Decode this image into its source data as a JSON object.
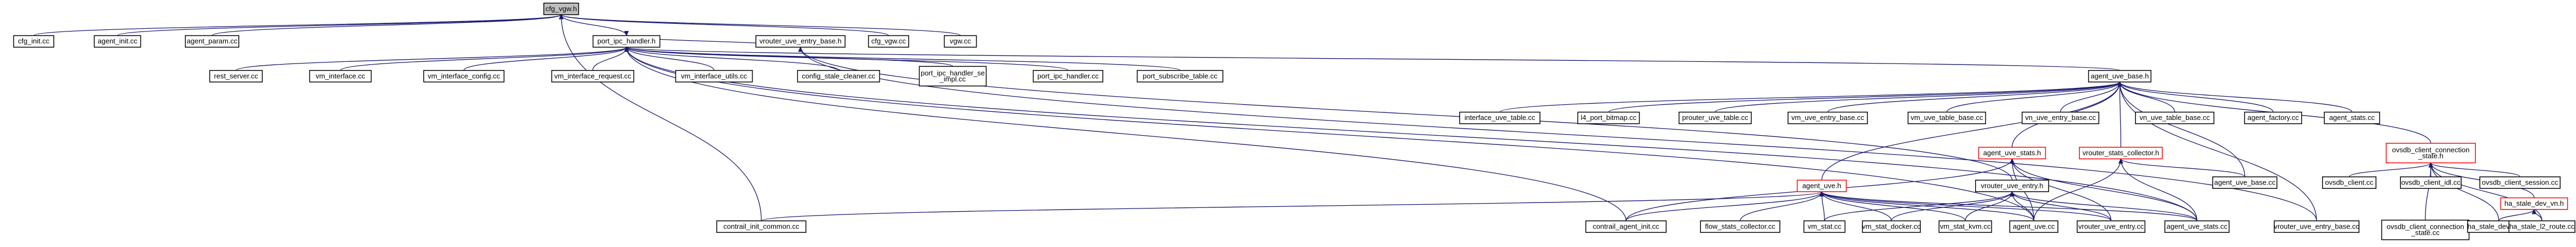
{
  "graph": {
    "colors": {
      "edge": "#191970",
      "root_fill": "#bfbfbf",
      "warn": "#ff0000"
    },
    "nodes": [
      {
        "id": "cfg_vgw_h",
        "lines": [
          "cfg_vgw.h"
        ],
        "style": "root"
      },
      {
        "id": "cfg_init_cc",
        "lines": [
          "cfg_init.cc"
        ]
      },
      {
        "id": "agent_init_cc",
        "lines": [
          "agent_init.cc"
        ]
      },
      {
        "id": "agent_param_cc",
        "lines": [
          "agent_param.cc"
        ]
      },
      {
        "id": "port_ipc_handler_h",
        "lines": [
          "port_ipc_handler.h"
        ]
      },
      {
        "id": "vrouter_uve_entry_base_h",
        "lines": [
          "vrouter_uve_entry_base.h"
        ]
      },
      {
        "id": "cfg_vgw_cc",
        "lines": [
          "cfg_vgw.cc"
        ]
      },
      {
        "id": "vgw_cc",
        "lines": [
          "vgw.cc"
        ]
      },
      {
        "id": "rest_server_cc",
        "lines": [
          "rest_server.cc"
        ]
      },
      {
        "id": "vm_interface_cc",
        "lines": [
          "vm_interface.cc"
        ]
      },
      {
        "id": "vm_interface_config_cc",
        "lines": [
          "vm_interface_config.cc"
        ]
      },
      {
        "id": "vm_interface_request_cc",
        "lines": [
          "vm_interface_request.cc"
        ]
      },
      {
        "id": "vm_interface_utils_cc",
        "lines": [
          "vm_interface_utils.cc"
        ]
      },
      {
        "id": "config_stale_cleaner_cc",
        "lines": [
          "config_stale_cleaner.cc"
        ]
      },
      {
        "id": "port_ipc_handler_se_impl_cc",
        "lines": [
          "port_ipc_handler_se",
          "_impl.cc"
        ]
      },
      {
        "id": "port_ipc_handler_cc",
        "lines": [
          "port_ipc_handler.cc"
        ]
      },
      {
        "id": "port_subscribe_table_cc",
        "lines": [
          "port_subscribe_table.cc"
        ]
      },
      {
        "id": "agent_uve_base_h",
        "lines": [
          "agent_uve_base.h"
        ]
      },
      {
        "id": "interface_uve_table_cc",
        "lines": [
          "interface_uve_table.cc"
        ]
      },
      {
        "id": "l4_port_bitmap_cc",
        "lines": [
          "l4_port_bitmap.cc"
        ]
      },
      {
        "id": "prouter_uve_table_cc",
        "lines": [
          "prouter_uve_table.cc"
        ]
      },
      {
        "id": "vm_uve_entry_base_cc",
        "lines": [
          "vm_uve_entry_base.cc"
        ]
      },
      {
        "id": "vm_uve_table_base_cc",
        "lines": [
          "vm_uve_table_base.cc"
        ]
      },
      {
        "id": "vn_uve_entry_base_cc",
        "lines": [
          "vn_uve_entry_base.cc"
        ]
      },
      {
        "id": "vn_uve_table_base_cc",
        "lines": [
          "vn_uve_table_base.cc"
        ]
      },
      {
        "id": "agent_factory_cc",
        "lines": [
          "agent_factory.cc"
        ]
      },
      {
        "id": "agent_stats_cc",
        "lines": [
          "agent_stats.cc"
        ]
      },
      {
        "id": "agent_uve_stats_h",
        "lines": [
          "agent_uve_stats.h"
        ],
        "style": "red"
      },
      {
        "id": "vrouter_stats_collector_h",
        "lines": [
          "vrouter_stats_collector.h"
        ],
        "style": "red"
      },
      {
        "id": "ovsdb_client_connection_state_h",
        "lines": [
          "ovsdb_client_connection",
          "_state.h"
        ],
        "style": "red"
      },
      {
        "id": "agent_uve_base_cc",
        "lines": [
          "agent_uve_base.cc"
        ]
      },
      {
        "id": "ovsdb_client_cc",
        "lines": [
          "ovsdb_client.cc"
        ]
      },
      {
        "id": "ovsdb_client_idl_cc",
        "lines": [
          "ovsdb_client_idl.cc"
        ]
      },
      {
        "id": "ovsdb_client_session_cc",
        "lines": [
          "ovsdb_client_session.cc"
        ]
      },
      {
        "id": "ha_stale_dev_vn_h",
        "lines": [
          "ha_stale_dev_vn.h"
        ],
        "style": "red"
      },
      {
        "id": "agent_uve_h",
        "lines": [
          "agent_uve.h"
        ],
        "style": "red"
      },
      {
        "id": "vrouter_uve_entry_h",
        "lines": [
          "vrouter_uve_entry.h"
        ]
      },
      {
        "id": "contrail_init_common_cc",
        "lines": [
          "contrail_init_common.cc"
        ]
      },
      {
        "id": "contrail_agent_init_cc",
        "lines": [
          "contrail_agent_init.cc"
        ]
      },
      {
        "id": "flow_stats_collector_cc",
        "lines": [
          "flow_stats_collector.cc"
        ]
      },
      {
        "id": "vm_stat_cc",
        "lines": [
          "vm_stat.cc"
        ]
      },
      {
        "id": "vm_stat_docker_cc",
        "lines": [
          "vm_stat_docker.cc"
        ]
      },
      {
        "id": "vm_stat_kvm_cc",
        "lines": [
          "vm_stat_kvm.cc"
        ]
      },
      {
        "id": "agent_uve_cc",
        "lines": [
          "agent_uve.cc"
        ]
      },
      {
        "id": "vrouter_uve_entry_cc",
        "lines": [
          "vrouter_uve_entry.cc"
        ]
      },
      {
        "id": "agent_uve_stats_cc",
        "lines": [
          "agent_uve_stats.cc"
        ]
      },
      {
        "id": "vrouter_uve_entry_base_cc",
        "lines": [
          "vrouter_uve_entry_base.cc"
        ]
      },
      {
        "id": "ovsdb_client_connection_state_cc",
        "lines": [
          "ovsdb_client_connection",
          "_state.cc"
        ]
      },
      {
        "id": "ha_stale_dev_vn_cc",
        "lines": [
          "ha_stale_dev_vn.cc"
        ]
      },
      {
        "id": "ha_stale_l2_route_cc",
        "lines": [
          "ha_stale_l2_route.cc"
        ]
      }
    ],
    "edges": [
      [
        "cfg_vgw_h",
        "cfg_init_cc"
      ],
      [
        "cfg_vgw_h",
        "agent_init_cc"
      ],
      [
        "cfg_vgw_h",
        "agent_param_cc"
      ],
      [
        "cfg_vgw_h",
        "port_ipc_handler_h"
      ],
      [
        "cfg_vgw_h",
        "cfg_vgw_cc"
      ],
      [
        "cfg_vgw_h",
        "vgw_cc"
      ],
      [
        "cfg_vgw_h",
        "contrail_init_common_cc"
      ],
      [
        "port_ipc_handler_h",
        "rest_server_cc"
      ],
      [
        "port_ipc_handler_h",
        "vm_interface_cc"
      ],
      [
        "port_ipc_handler_h",
        "vm_interface_config_cc"
      ],
      [
        "port_ipc_handler_h",
        "vm_interface_request_cc"
      ],
      [
        "port_ipc_handler_h",
        "vm_interface_utils_cc"
      ],
      [
        "port_ipc_handler_h",
        "config_stale_cleaner_cc"
      ],
      [
        "port_ipc_handler_h",
        "port_ipc_handler_se_impl_cc"
      ],
      [
        "port_ipc_handler_h",
        "port_ipc_handler_cc"
      ],
      [
        "port_ipc_handler_h",
        "port_subscribe_table_cc"
      ],
      [
        "port_ipc_handler_h",
        "vrouter_uve_entry_base_h"
      ],
      [
        "port_ipc_handler_h",
        "agent_uve_base_h"
      ],
      [
        "port_ipc_handler_h",
        "contrail_agent_init_cc"
      ],
      [
        "port_ipc_handler_h",
        "agent_uve_cc"
      ],
      [
        "port_ipc_handler_h",
        "agent_uve_stats_cc"
      ],
      [
        "vrouter_uve_entry_base_h",
        "vrouter_uve_entry_h"
      ],
      [
        "vrouter_uve_entry_base_h",
        "vrouter_uve_entry_base_cc"
      ],
      [
        "agent_uve_base_h",
        "interface_uve_table_cc"
      ],
      [
        "agent_uve_base_h",
        "l4_port_bitmap_cc"
      ],
      [
        "agent_uve_base_h",
        "prouter_uve_table_cc"
      ],
      [
        "agent_uve_base_h",
        "vm_uve_entry_base_cc"
      ],
      [
        "agent_uve_base_h",
        "vm_uve_table_base_cc"
      ],
      [
        "agent_uve_base_h",
        "vn_uve_entry_base_cc"
      ],
      [
        "agent_uve_base_h",
        "vn_uve_table_base_cc"
      ],
      [
        "agent_uve_base_h",
        "agent_factory_cc"
      ],
      [
        "agent_uve_base_h",
        "agent_stats_cc"
      ],
      [
        "agent_uve_base_h",
        "agent_uve_stats_h"
      ],
      [
        "agent_uve_base_h",
        "vrouter_stats_collector_h"
      ],
      [
        "agent_uve_base_h",
        "ovsdb_client_connection_state_h"
      ],
      [
        "agent_uve_base_h",
        "agent_uve_base_cc"
      ],
      [
        "agent_uve_base_h",
        "agent_uve_h"
      ],
      [
        "agent_uve_base_h",
        "vrouter_uve_entry_base_cc"
      ],
      [
        "agent_uve_stats_h",
        "contrail_agent_init_cc"
      ],
      [
        "agent_uve_stats_h",
        "agent_uve_cc"
      ],
      [
        "agent_uve_stats_h",
        "agent_uve_stats_cc"
      ],
      [
        "agent_uve_stats_h",
        "vrouter_uve_entry_cc"
      ],
      [
        "vrouter_stats_collector_h",
        "agent_uve_base_cc"
      ],
      [
        "vrouter_stats_collector_h",
        "agent_uve_cc"
      ],
      [
        "vrouter_stats_collector_h",
        "agent_uve_stats_cc"
      ],
      [
        "ovsdb_client_connection_state_h",
        "ovsdb_client_cc"
      ],
      [
        "ovsdb_client_connection_state_h",
        "ovsdb_client_idl_cc"
      ],
      [
        "ovsdb_client_connection_state_h",
        "ovsdb_client_session_cc"
      ],
      [
        "ovsdb_client_connection_state_h",
        "ha_stale_dev_vn_h"
      ],
      [
        "ovsdb_client_connection_state_h",
        "ovsdb_client_connection_state_cc"
      ],
      [
        "ovsdb_client_connection_state_h",
        "ha_stale_dev_vn_cc"
      ],
      [
        "ovsdb_client_connection_state_h",
        "ha_stale_l2_route_cc"
      ],
      [
        "ha_stale_dev_vn_h",
        "ha_stale_dev_vn_cc"
      ],
      [
        "ha_stale_dev_vn_h",
        "ha_stale_l2_route_cc"
      ],
      [
        "agent_uve_h",
        "contrail_init_common_cc"
      ],
      [
        "agent_uve_h",
        "contrail_agent_init_cc"
      ],
      [
        "agent_uve_h",
        "flow_stats_collector_cc"
      ],
      [
        "agent_uve_h",
        "vm_stat_cc"
      ],
      [
        "agent_uve_h",
        "vm_stat_docker_cc"
      ],
      [
        "agent_uve_h",
        "vm_stat_kvm_cc"
      ],
      [
        "agent_uve_h",
        "agent_uve_cc"
      ],
      [
        "agent_uve_h",
        "vrouter_uve_entry_cc"
      ],
      [
        "agent_uve_h",
        "agent_uve_stats_cc"
      ],
      [
        "vrouter_uve_entry_h",
        "vm_stat_cc"
      ],
      [
        "vrouter_uve_entry_h",
        "vm_stat_docker_cc"
      ],
      [
        "vrouter_uve_entry_h",
        "vm_stat_kvm_cc"
      ],
      [
        "vrouter_uve_entry_h",
        "agent_uve_cc"
      ],
      [
        "vrouter_uve_entry_h",
        "vrouter_uve_entry_cc"
      ],
      [
        "vrouter_uve_entry_h",
        "agent_uve_stats_cc"
      ]
    ]
  }
}
